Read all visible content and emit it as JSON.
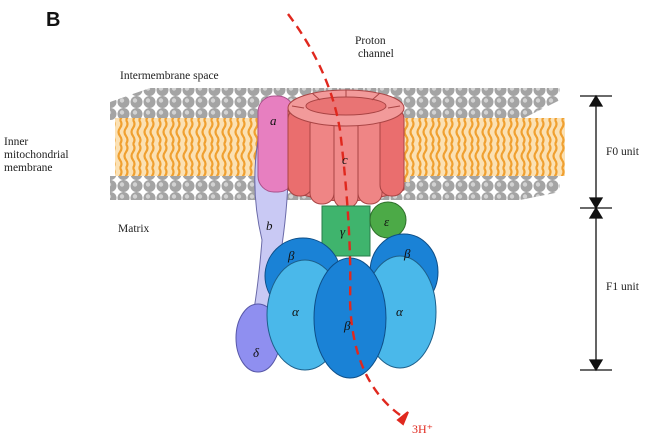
{
  "figure": {
    "panel_letter": "B",
    "labels": {
      "proton_channel_line1": "Proton",
      "proton_channel_line2": "channel",
      "intermembrane_space": "Intermembrane space",
      "inner_membrane_line1": "Inner",
      "inner_membrane_line2": "mitochondrial",
      "inner_membrane_line3": "membrane",
      "matrix": "Matrix",
      "f0_unit": "F0 unit",
      "f1_unit": "F1 unit",
      "proton_out": "3H⁺"
    },
    "subunits": {
      "a": "a",
      "b": "b",
      "c": "c",
      "delta": "δ",
      "gamma": "γ",
      "epsilon": "ε",
      "alpha": "α",
      "beta": "β"
    },
    "colors": {
      "lipid_head": "#a4a4a4",
      "lipid_tail": "#f0a83a",
      "c_ring": "#ee7b7b",
      "subunit_a": "#e77fc0",
      "subunit_b": "#c9c9f4",
      "subunit_delta": "#8f8ff0",
      "gamma": "#3fb46d",
      "epsilon": "#4caa47",
      "alpha": "#4ab8ea",
      "beta": "#1a82d6",
      "proton_arrow": "#e0281e"
    }
  }
}
